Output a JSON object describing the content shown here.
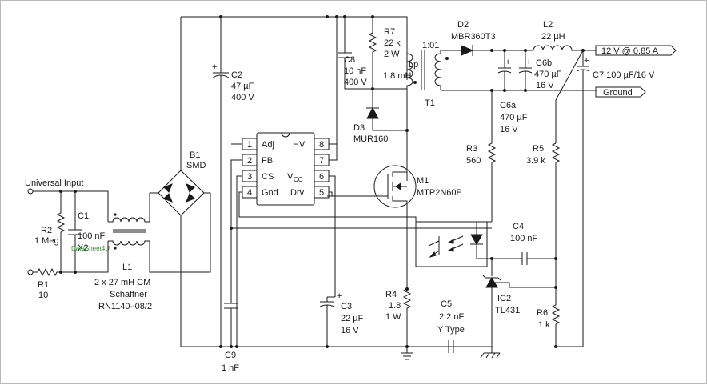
{
  "labels": {
    "input": "Universal Input",
    "r2_name": "R2",
    "r2_val": "1 Meg",
    "c1_name": "C1",
    "c1_val": "100 nF",
    "c1_type": "X2",
    "r1_name": "R1",
    "r1_val": "10",
    "l1_name": "L1",
    "l1_val": "2 x 27 mH CM",
    "l1_mfr": "Schaffner",
    "l1_part": "RN1140–08/2",
    "b1_name": "B1",
    "b1_type": "SMD",
    "c2_name": "C2",
    "c2_val": "47 µF",
    "c2_volt": "400 V",
    "c8_name": "C8",
    "c8_val": "10 nF",
    "c8_volt": "400 V",
    "r7_name": "R7",
    "r7_val": "22 k",
    "r7_pwr": "2 W",
    "lp_name": "Lp",
    "lp_val": "1.8 mH",
    "ratio": "1:01",
    "t1_name": "T1",
    "d2_name": "D2",
    "d2_part": "MBR360T3",
    "l2_name": "L2",
    "l2_val": "22 µH",
    "out_label": "12 V @ 0.85 A",
    "gnd_label": "Ground",
    "c6b_name": "C6b",
    "c6b_val": "470 µF",
    "c6b_volt": "16 V",
    "c7_label": "C7 100 µF/16 V",
    "c6a_name": "C6a",
    "c6a_val": "470 µF",
    "c6a_volt": "16 V",
    "d3_name": "D3",
    "d3_part": "MUR160",
    "r3_name": "R3",
    "r3_val": "560",
    "r5_name": "R5",
    "r5_val": "3.9 k",
    "m1_name": "M1",
    "m1_part": "MTP2N60E",
    "c4_name": "C4",
    "c4_val": "100 nF",
    "ic2_name": "IC2",
    "ic2_part": "TL431",
    "r6_name": "R6",
    "r6_val": "1 k",
    "r4_name": "R4",
    "r4_val": "1.8",
    "r4_pwr": "1 W",
    "c3_name": "C3",
    "c3_val": "22 µF",
    "c3_volt": "16 V",
    "c5_name": "C5",
    "c5_val": "2.2 nF",
    "c5_type": "Y Type",
    "c9_name": "C9",
    "c9_val": "1 nF",
    "plus": "+",
    "watermark": "DataSheet4U"
  },
  "ic": {
    "pins_left": [
      {
        "num": "1",
        "name": "Adj"
      },
      {
        "num": "2",
        "name": "FB"
      },
      {
        "num": "3",
        "name": "CS"
      },
      {
        "num": "4",
        "name": "Gnd"
      }
    ],
    "pins_right": [
      {
        "num": "8",
        "name": "HV"
      },
      {
        "num": "7",
        "name": ""
      },
      {
        "num": "6",
        "name": "V",
        "sub": "CC"
      },
      {
        "num": "5",
        "name": "Drv"
      }
    ]
  }
}
